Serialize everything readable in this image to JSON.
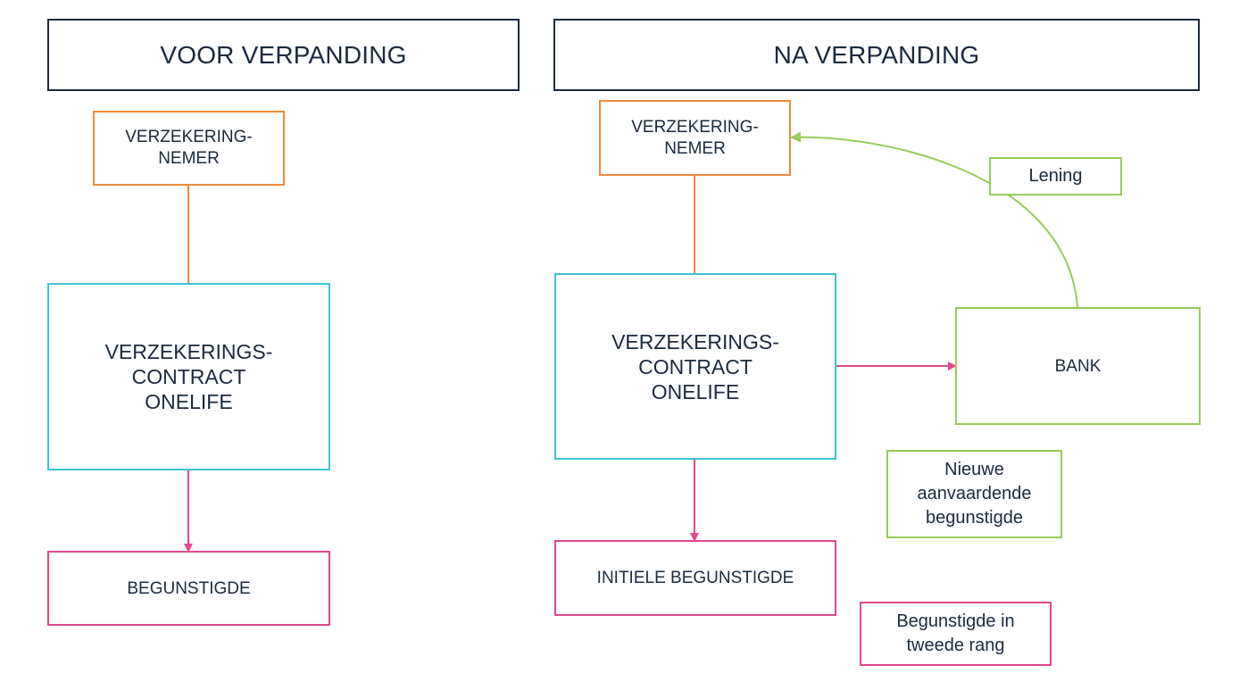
{
  "left": {
    "title": "VOOR VERPANDING",
    "policyholder": [
      "VERZEKERING-",
      "NEMER"
    ],
    "contract": [
      "VERZEKERINGS-",
      "CONTRACT",
      "ONELIFE"
    ],
    "beneficiary": "BEGUNSTIGDE"
  },
  "right": {
    "title": "NA VERPANDING",
    "policyholder": [
      "VERZEKERING-",
      "NEMER"
    ],
    "contract": [
      "VERZEKERINGS-",
      "CONTRACT",
      "ONELIFE"
    ],
    "bank": "BANK",
    "loan": "Lening",
    "new_beneficiary": [
      "Nieuwe",
      "aanvaardende",
      "begunstigde"
    ],
    "initial_beneficiary": "INITIELE BEGUNSTIGDE",
    "second_rank_beneficiary": [
      "Begunstigde in",
      "tweede rang"
    ]
  },
  "colors": {
    "header": "#1c2b3f",
    "policyholder": "#f08a3c",
    "contract": "#3dc3d8",
    "beneficiary": "#e2478f",
    "bank": "#98cc5a"
  }
}
